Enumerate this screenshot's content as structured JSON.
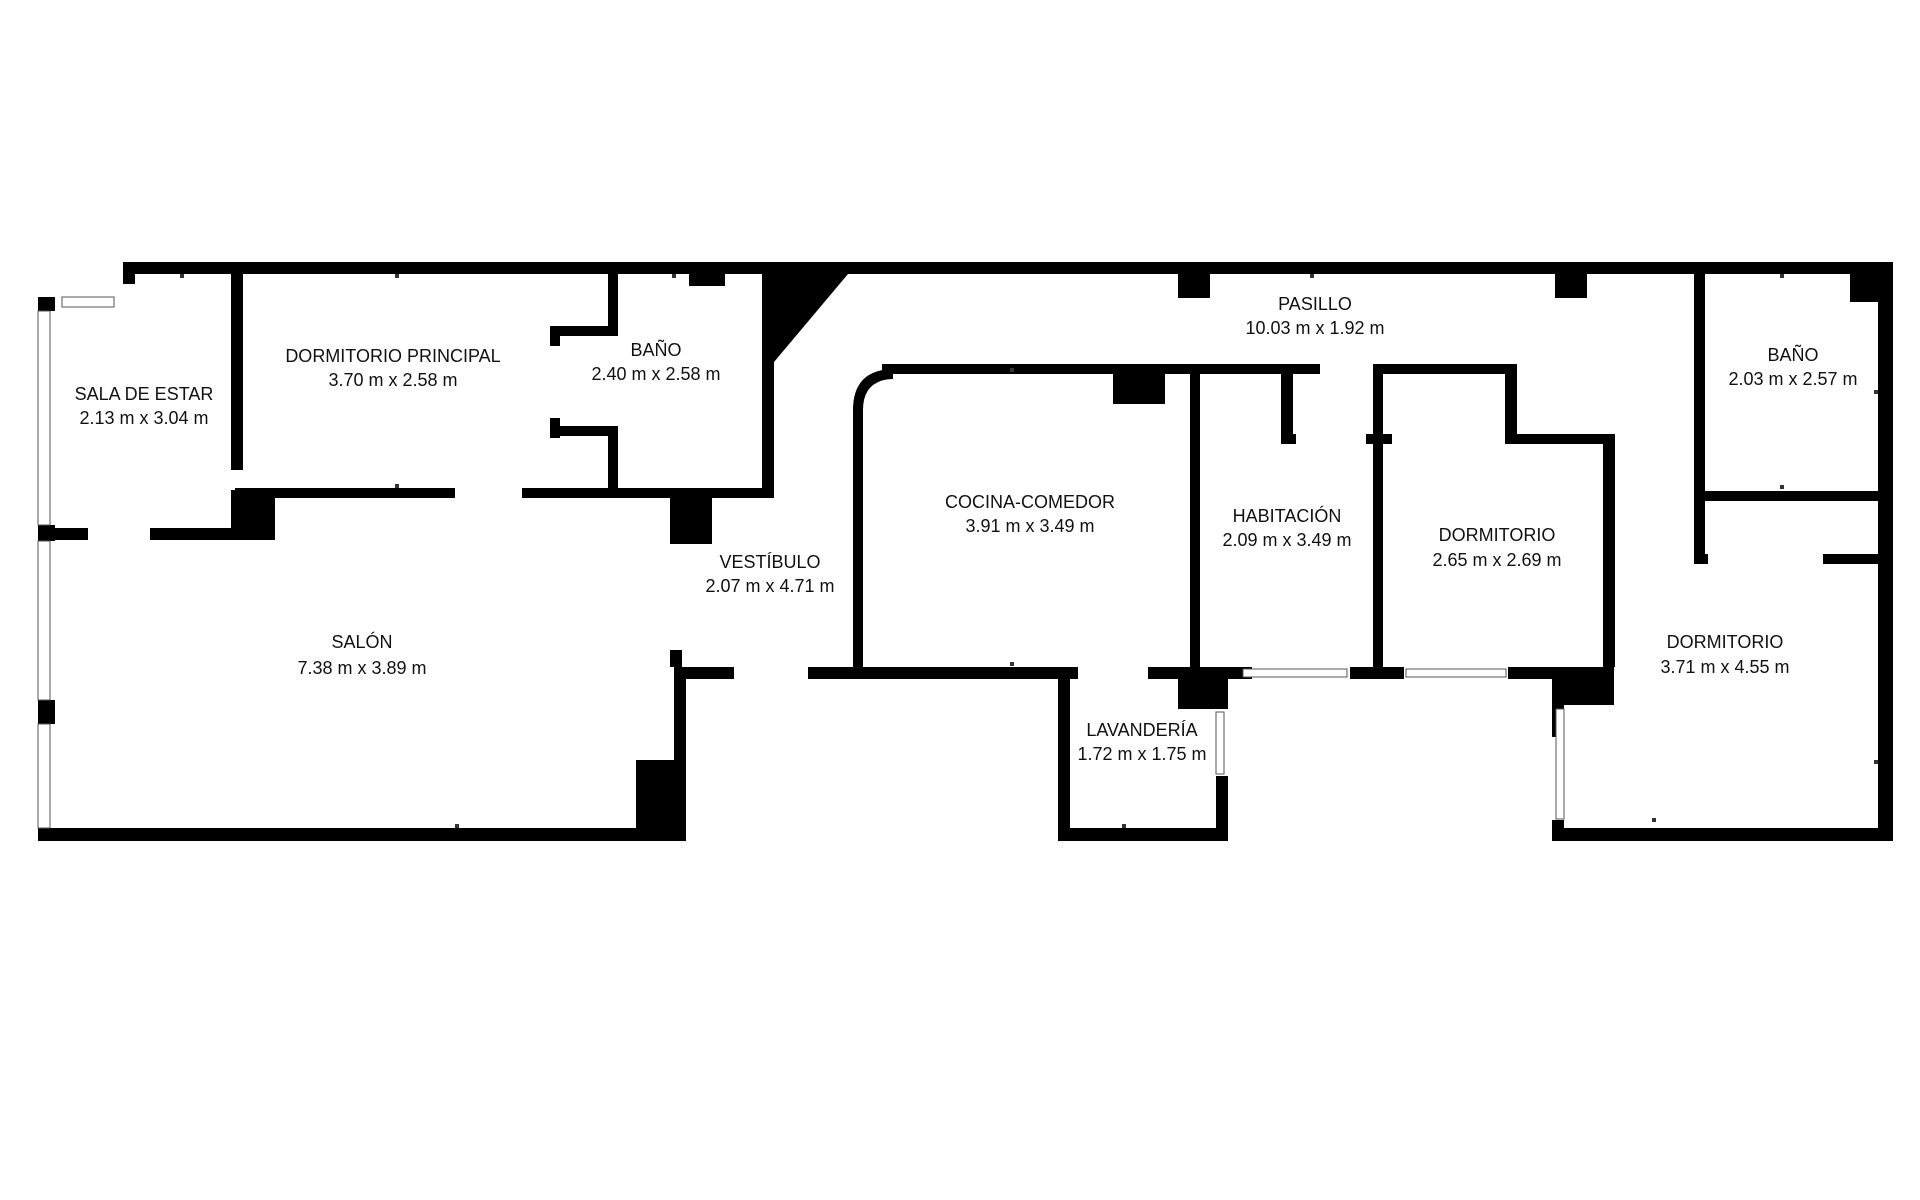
{
  "colors": {
    "wall": "#000000",
    "background": "#ffffff",
    "window": "#ffffff",
    "text": "#111111"
  },
  "rooms": {
    "sala_de_estar": {
      "name": "SALA DE ESTAR",
      "dims": "2.13 m x 3.04 m"
    },
    "dormitorio_principal": {
      "name": "DORMITORIO PRINCIPAL",
      "dims": "3.70 m x 2.58 m"
    },
    "bano_1": {
      "name": "BAÑO",
      "dims": "2.40 m x 2.58 m"
    },
    "pasillo": {
      "name": "PASILLO",
      "dims": "10.03 m x 1.92 m"
    },
    "bano_2": {
      "name": "BAÑO",
      "dims": "2.03 m x 2.57 m"
    },
    "salon": {
      "name": "SALÓN",
      "dims": "7.38 m x 3.89 m"
    },
    "vestibulo": {
      "name": "VESTÍBULO",
      "dims": "2.07 m x 4.71 m"
    },
    "cocina_comedor": {
      "name": "COCINA-COMEDOR",
      "dims": "3.91 m x 3.49 m"
    },
    "habitacion": {
      "name": "HABITACIÓN",
      "dims": "2.09 m x 3.49 m"
    },
    "dormitorio_1": {
      "name": "DORMITORIO",
      "dims": "2.65 m x 2.69 m"
    },
    "dormitorio_2": {
      "name": "DORMITORIO",
      "dims": "3.71 m x 4.55 m"
    },
    "lavanderia": {
      "name": "LAVANDERÍA",
      "dims": "1.72 m x 1.75 m"
    }
  }
}
